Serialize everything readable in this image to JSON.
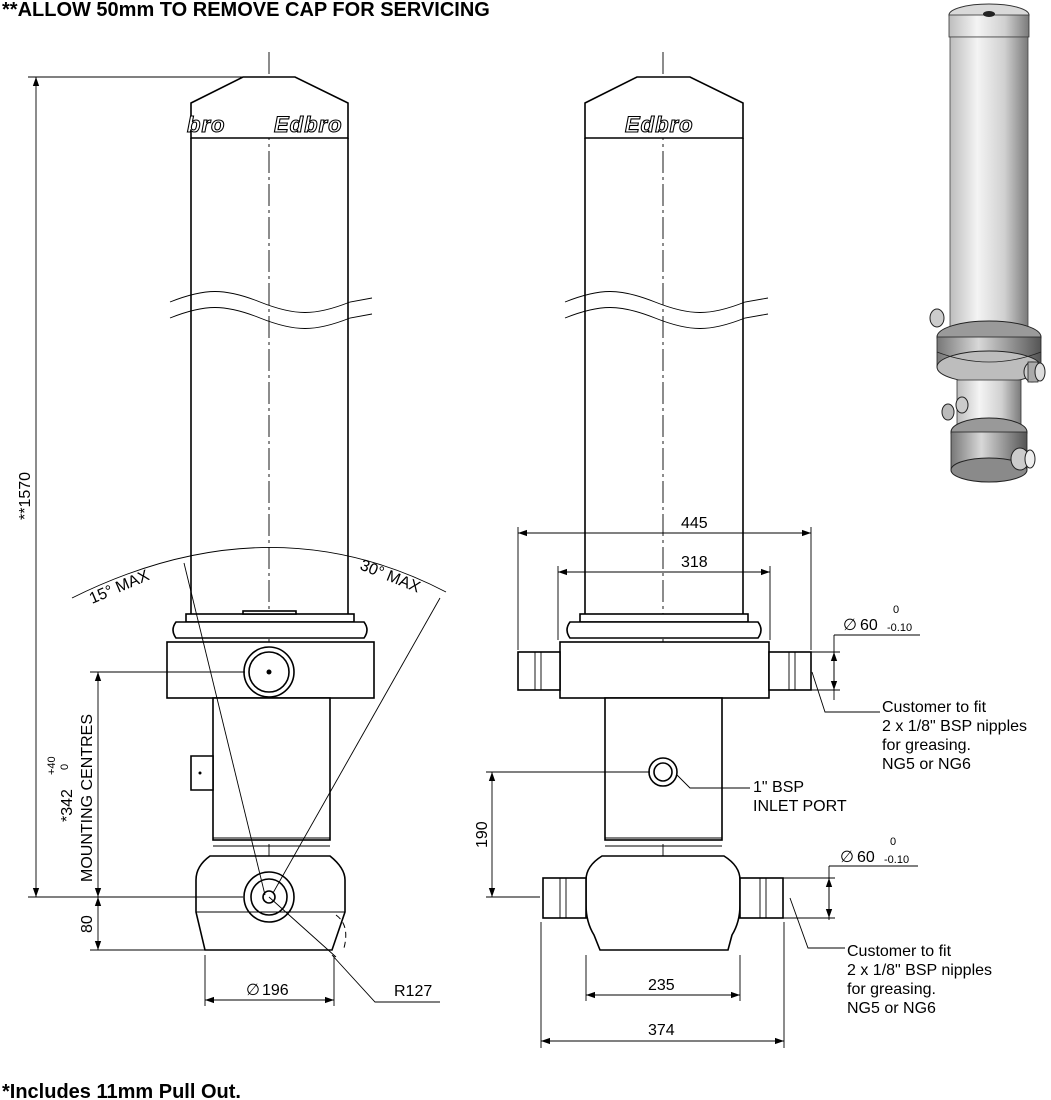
{
  "notes": {
    "top": "**ALLOW 50mm TO REMOVE CAP FOR SERVICING",
    "bottom": "*Includes 11mm Pull Out."
  },
  "brand": "Edbro",
  "brand_partial": "bro",
  "side_view": {
    "overall_height": "**1570",
    "mounting_centres_value": "*342",
    "mounting_centres_tol_upper": "+40",
    "mounting_centres_tol_lower": "0",
    "mounting_centres_label": "MOUNTING CENTRES",
    "base_height": "80",
    "base_diameter": "196",
    "radius": "R127",
    "angle_left": "15° MAX",
    "angle_right": "30° MAX"
  },
  "front_view": {
    "trunnion_width": "445",
    "collar_width": "318",
    "pin_diameter_top": "60",
    "pin_tol_top_upper": "0",
    "pin_tol_top_lower": "-0.10",
    "note_top": [
      "Customer to fit",
      "2 x 1/8\" BSP nipples",
      "for greasing.",
      "NG5 or NG6"
    ],
    "inlet_port": [
      "1\" BSP",
      "INLET PORT"
    ],
    "inlet_height": "190",
    "pin_diameter_bottom": "60",
    "pin_tol_bottom_upper": "0",
    "pin_tol_bottom_lower": "-0.10",
    "note_bottom": [
      "Customer to fit",
      "2 x 1/8\" BSP nipples",
      "for greasing.",
      "NG5 or NG6"
    ],
    "base_width": "235",
    "pin_span": "374"
  },
  "symbols": {
    "diameter": "∅"
  }
}
